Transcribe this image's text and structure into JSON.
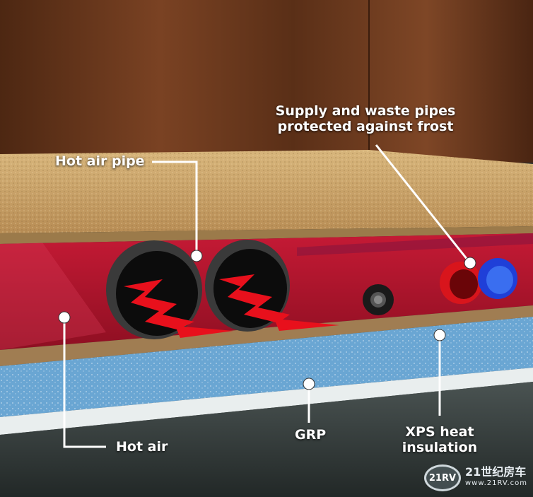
{
  "labels": {
    "hot_air_pipe": "Hot air pipe",
    "supply_line1": "Supply and waste pipes",
    "supply_line2": "protected against frost",
    "hot_air": "Hot air",
    "grp": "GRP",
    "xps_line1": "XPS heat",
    "xps_line2": "insulation"
  },
  "watermark": {
    "logo": "21RV",
    "brand": "21世纪房车",
    "url": "www.21RV.com"
  },
  "colors": {
    "wood": "#6b3a1f",
    "carpet": "#c9a46a",
    "hot_air_channel": "#b8132a",
    "arrow_red": "#e8101c",
    "xps_blue": "#6aa6d3",
    "grp_white": "#e9eeee",
    "floor_dark": "#3a4140",
    "supply_pipe_red": "#d8151c",
    "waste_pipe_blue": "#1f3fd8"
  }
}
